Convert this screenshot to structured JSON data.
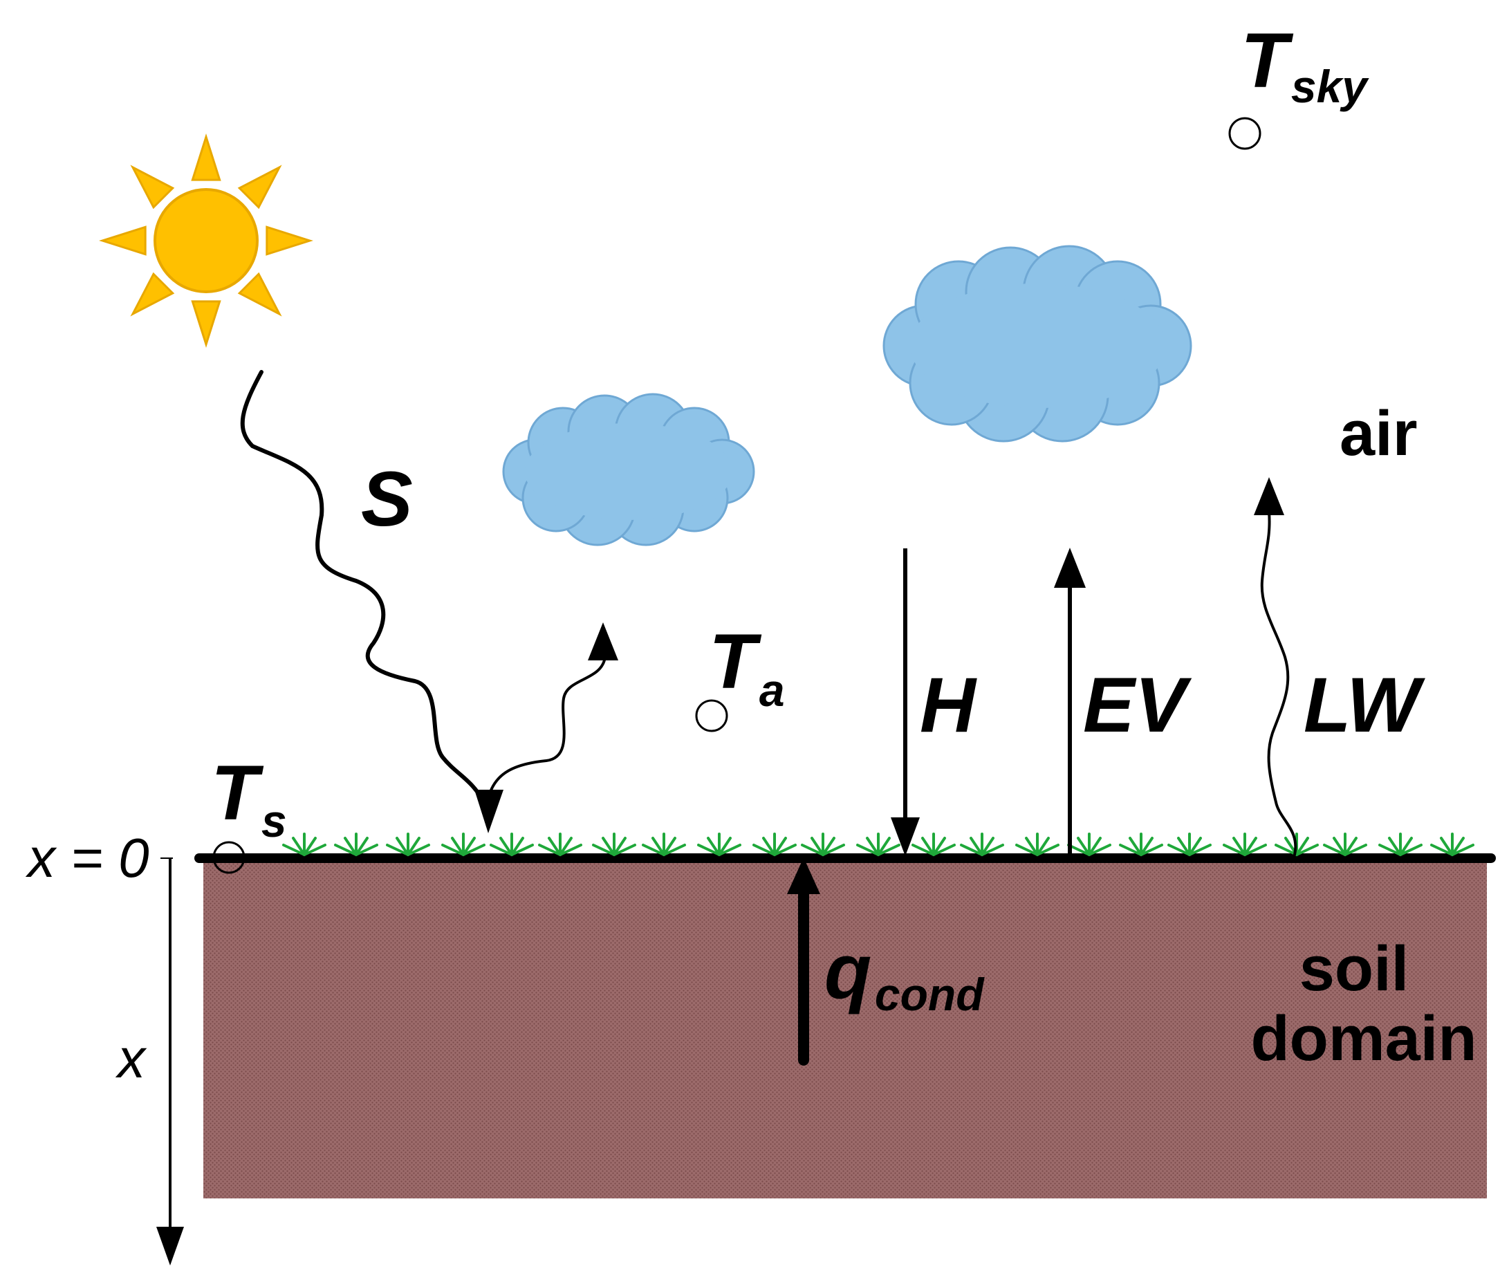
{
  "colors": {
    "sun": "#FFC000",
    "sun_outline": "#E8A800",
    "cloud": "#8EC3E8",
    "cloud_outline": "#6FA8D4",
    "soil": "#9C6B6B",
    "soil_dot": "#7A4A4A",
    "grass": "#1FA83A",
    "line": "#000000"
  },
  "icons": {
    "sun": "sun-icon",
    "cloud": "cloud-icon",
    "grass": "grass-tuft-icon",
    "probe": "temperature-probe-circle"
  },
  "labels": {
    "shortwave": "S",
    "sensible": "H",
    "evaporation": "EV",
    "longwave": "LW",
    "conduction": {
      "main": "q",
      "sub": "cond"
    },
    "sky_temp": {
      "main": "T",
      "sub": "sky"
    },
    "air_temp": {
      "main": "T",
      "sub": "a"
    },
    "surface_temp": {
      "main": "T",
      "sub": "s"
    },
    "air": "air",
    "soil_line1": "soil",
    "soil_line2": "domain",
    "depth_origin": "x = 0",
    "depth_axis": "x"
  }
}
